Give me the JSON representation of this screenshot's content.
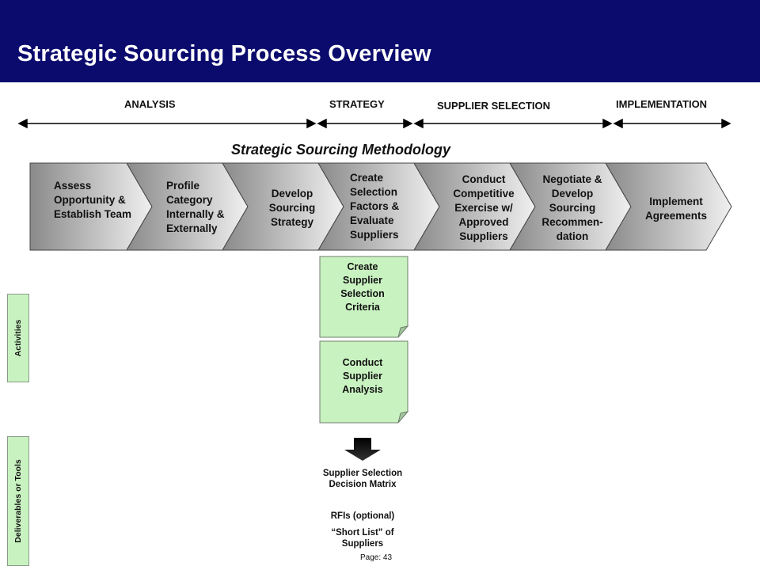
{
  "header": {
    "title": "Strategic Sourcing Process Overview",
    "background": "#0b0b6e"
  },
  "phases": [
    "ANALYSIS",
    "STRATEGY",
    "SUPPLIER SELECTION",
    "IMPLEMENTATION"
  ],
  "methodology_title": "Strategic Sourcing Methodology",
  "steps": [
    "Assess Opportunity & Establish Team",
    "Profile Category Internally & Externally",
    "Develop Sourcing Strategy",
    "Create Selection Factors & Evaluate Suppliers",
    "Conduct Competitive Exercise w/ Approved Suppliers",
    "Negotiate & Develop Sourcing Recommen-dation",
    "Implement Agreements"
  ],
  "activities": [
    "Create Supplier Selection Criteria",
    "Conduct Supplier Analysis"
  ],
  "side_labels": {
    "activities": "Activities",
    "deliverables": "Deliverables or Tools"
  },
  "deliverables": [
    "Supplier Selection Decision Matrix",
    "RFIs (optional)",
    "“Short List” of Suppliers"
  ],
  "page": "Page: 43",
  "colors": {
    "note_fill": "#c9f2c1",
    "chevron_dark": "#8a8a8a",
    "chevron_light": "#efefef"
  }
}
